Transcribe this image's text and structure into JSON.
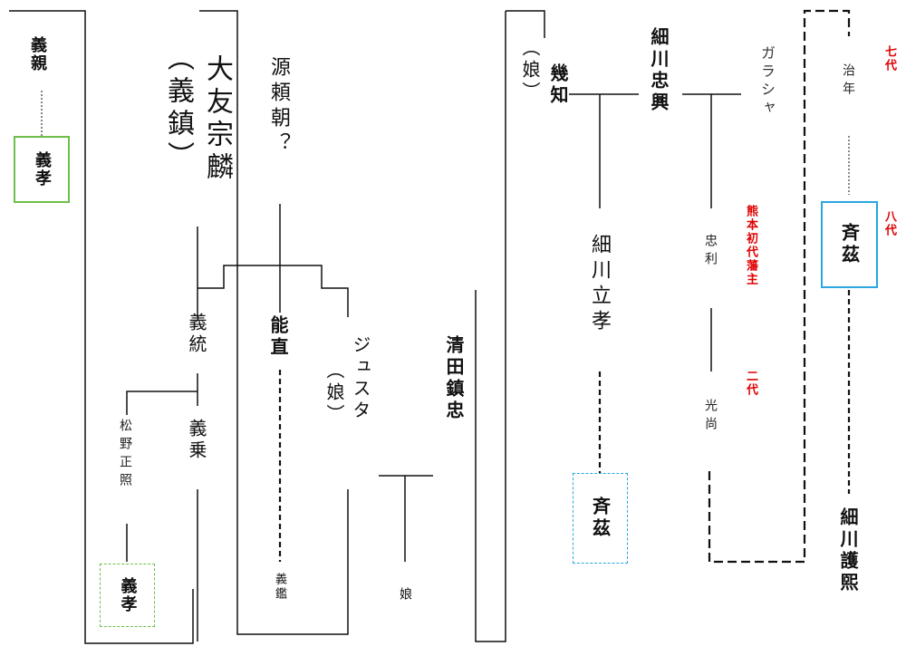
{
  "nodes": {
    "yoshichika": "義親",
    "yoshitaka_1": "義孝",
    "otomo_sorin": "大友宗麟",
    "yoshishige": "（義鎮）",
    "minamoto_yoritomo": "源頼朝？",
    "yoshimune": "義統",
    "yoshinori": "義乗",
    "matsuno": "松野正照",
    "yoshitaka_2": "義孝",
    "yoshinao": "能直",
    "yoshiakira": "義鑑",
    "justa": "ジュスタ",
    "musume_1": "（娘）",
    "kiyota": "清田鎮忠",
    "musume_3": "娘",
    "ikuchi": "幾知",
    "musume_2": "（娘）",
    "hosokawa_tadaoki": "細川忠興",
    "hosokawa_tatsutaka": "細川立孝",
    "nariyoshi_1": "斉茲",
    "gracia": "ガラシャ",
    "tadatoshi": "忠利",
    "mitsuhisa": "光尚",
    "kumamoto_label": "熊本初代藩主",
    "nidai": "二代",
    "harutoshi": "治年",
    "nanadai": "七代",
    "nariyoshi_2": "斉茲",
    "hachidai": "八代",
    "hosokawa_morihiro": "細川護煕"
  },
  "colors": {
    "green_box": "#6dbf4b",
    "blue_box": "#2aa6e0",
    "red_text": "#e00000",
    "line": "#111111"
  }
}
